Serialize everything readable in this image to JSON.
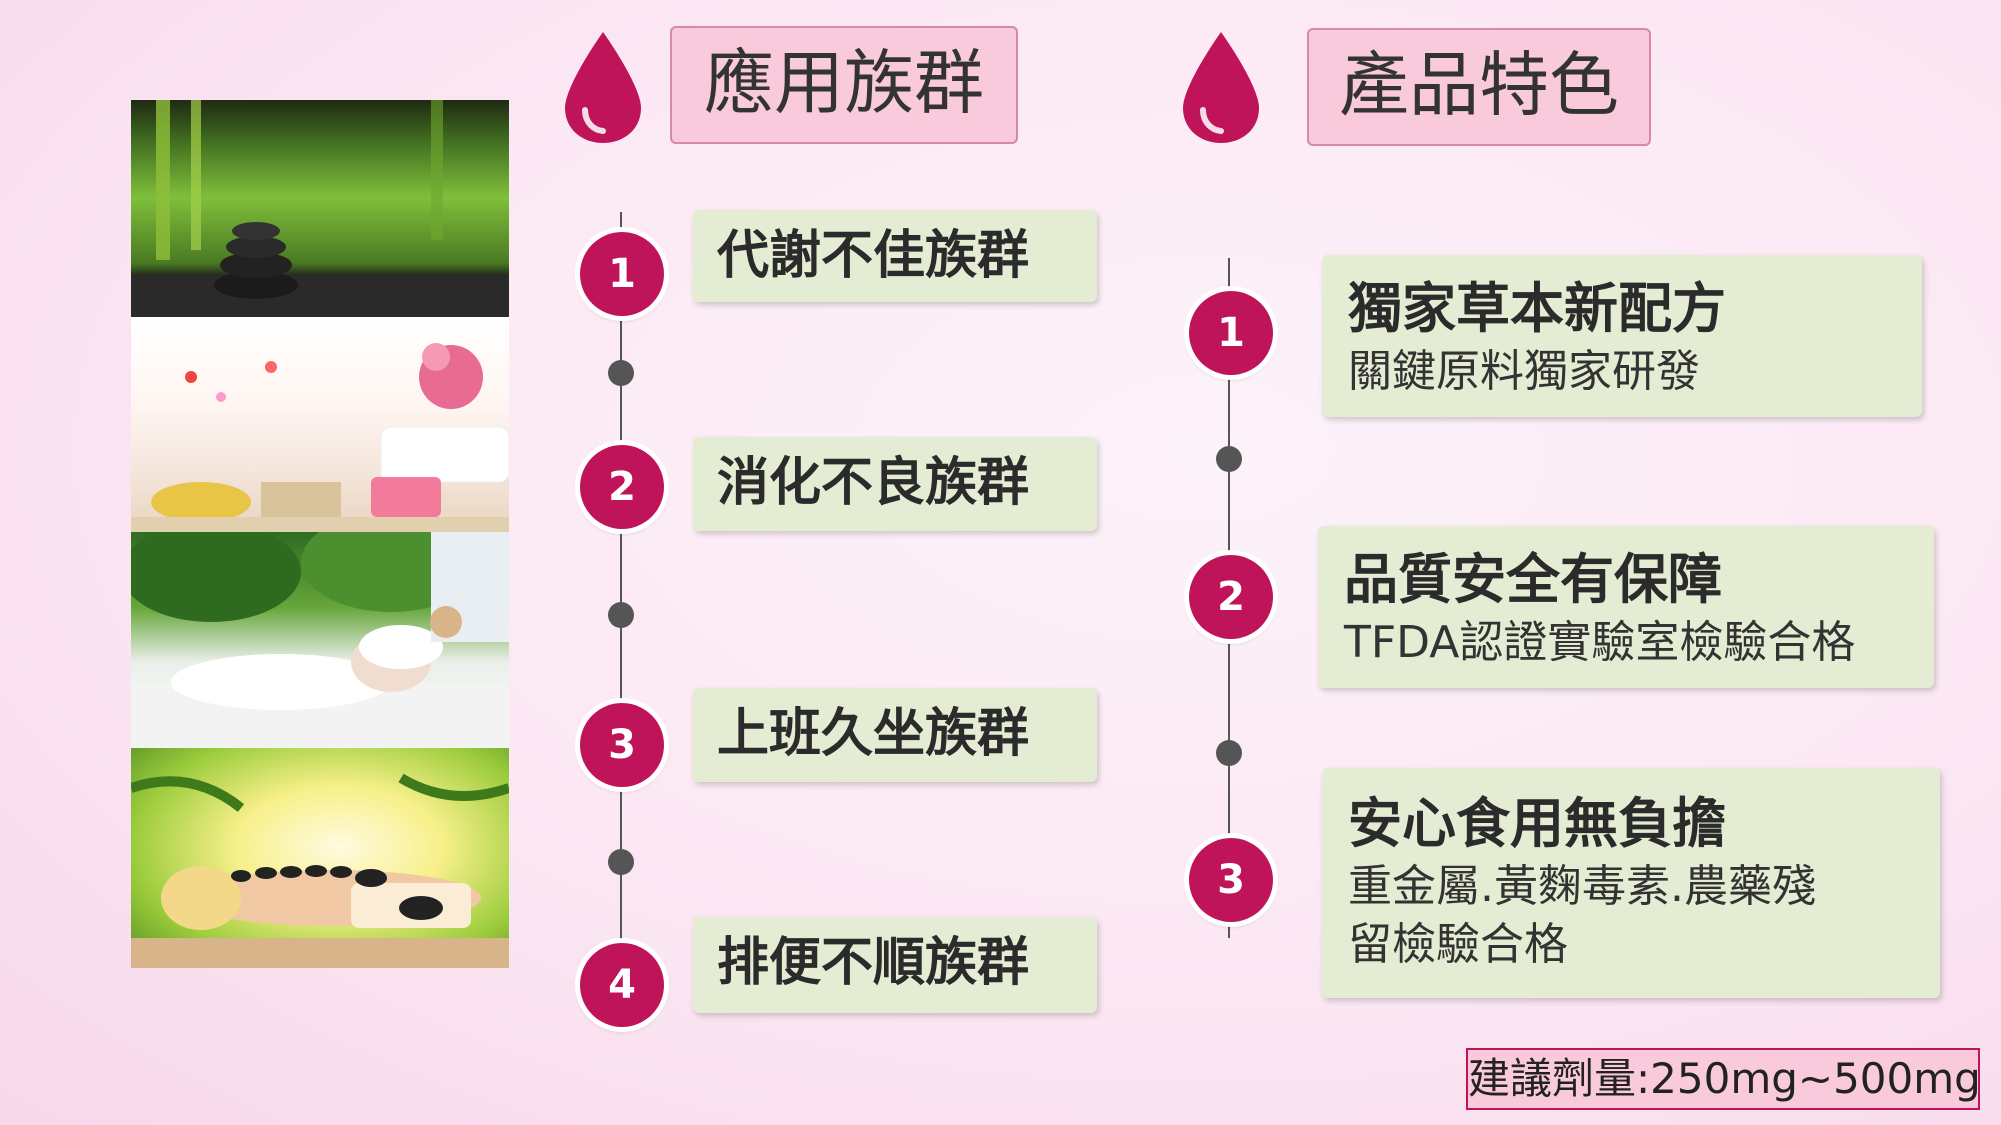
{
  "colors": {
    "accent": "#c0145a",
    "header_bg": "#f9c9dc",
    "box_bg": "#e4ecd3",
    "timeline": "#555555"
  },
  "left_section": {
    "title": "應用族群",
    "items": [
      {
        "number": "1",
        "label": "代謝不佳族群"
      },
      {
        "number": "2",
        "label": "消化不良族群"
      },
      {
        "number": "3",
        "label": "上班久坐族群"
      },
      {
        "number": "4",
        "label": "排便不順族群"
      }
    ]
  },
  "right_section": {
    "title": "產品特色",
    "items": [
      {
        "number": "1",
        "title": "獨家草本新配方",
        "subtitle": "關鍵原料獨家研發"
      },
      {
        "number": "2",
        "title": "品質安全有保障",
        "subtitle": "TFDA認證實驗室檢驗合格"
      },
      {
        "number": "3",
        "title": "安心食用無負擔",
        "subtitle_line1": "重金屬.黃麴毒素.農藥殘",
        "subtitle_line2": "留檢驗合格"
      }
    ]
  },
  "dosage": "建議劑量:250mg~500mg",
  "icons": [
    "drop-icon"
  ]
}
